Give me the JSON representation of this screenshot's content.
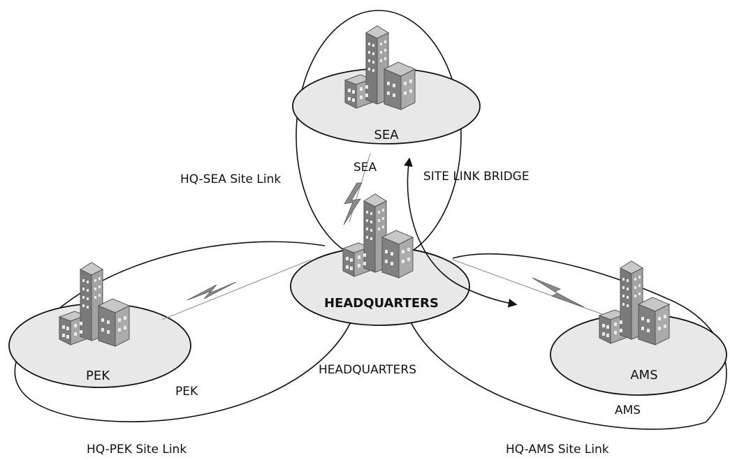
{
  "sites": {
    "sea": "SEA",
    "headquarters": "HEADQUARTERS",
    "pek": "PEK",
    "ams": "AMS"
  },
  "site_links": {
    "hq_sea": "HQ-SEA Site Link",
    "hq_pek": "HQ-PEK Site Link",
    "hq_ams": "HQ-AMS Site Link",
    "bridge": "SITE LINK BRIDGE"
  },
  "ring_labels": {
    "sea": "SEA",
    "headquarters": "HEADQUARTERS",
    "pek": "PEK",
    "ams": "AMS"
  },
  "icons": {
    "site": "office-buildings-icon",
    "link": "lightning-bolt-icon"
  },
  "colors": {
    "site_disk": "#e8e8e8",
    "building": "#9a9a9a",
    "bolt": "#8a8a8a"
  }
}
